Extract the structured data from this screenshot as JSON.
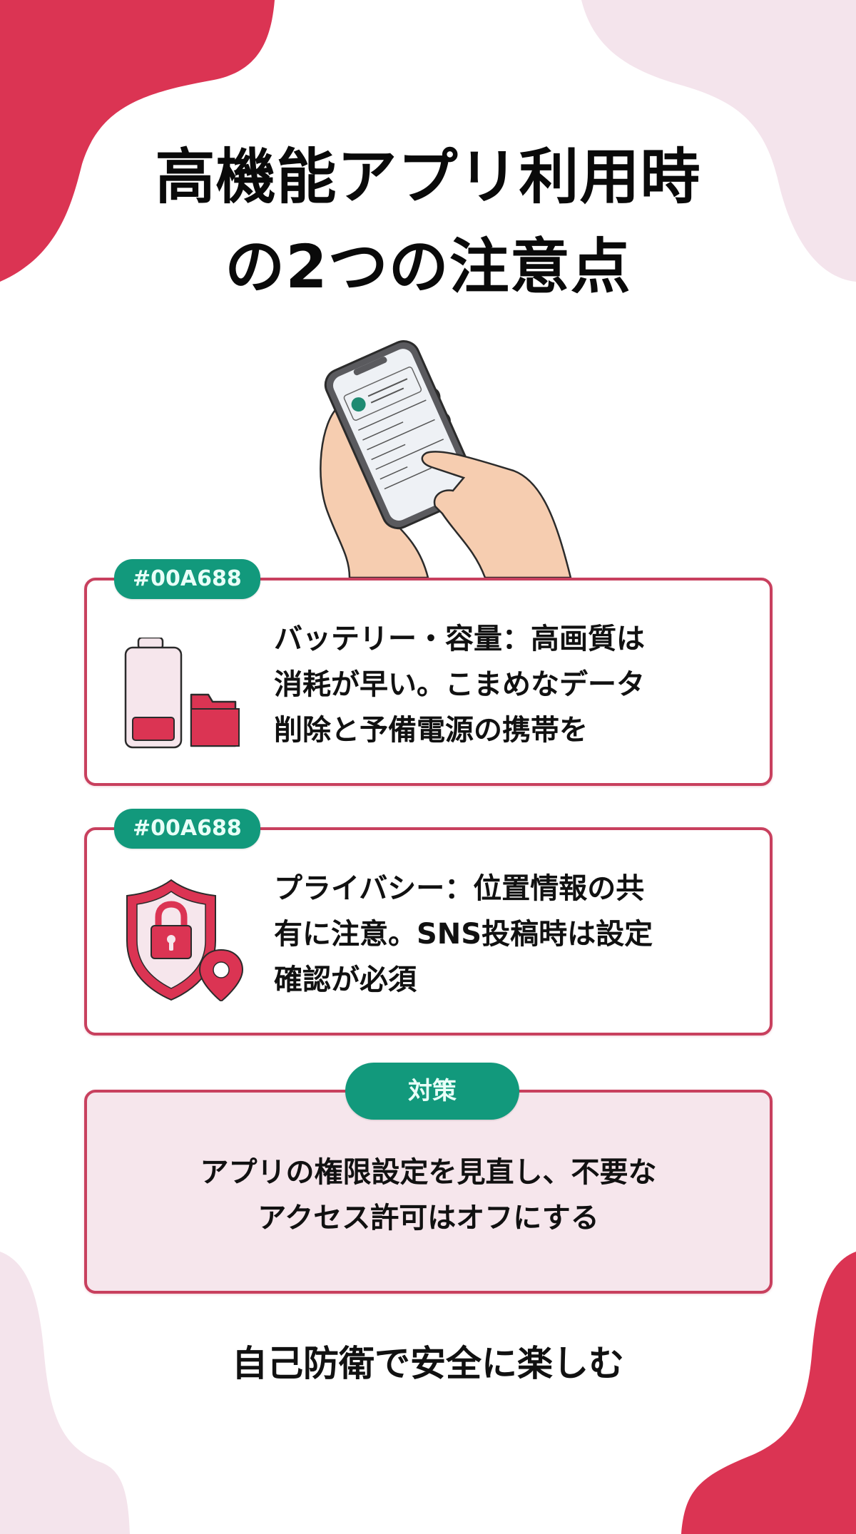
{
  "title": {
    "line1": "高機能アプリ利用時",
    "line2": "の2つの注意点"
  },
  "colors": {
    "accent_red": "#DB3453",
    "accent_pink": "#F4E4EC",
    "card_border": "#C8405E",
    "tag_green": "#12997C"
  },
  "hero": {
    "icon": "hands-holding-smartphone-illustration"
  },
  "cards": [
    {
      "tag": "#00A688",
      "icon": "battery-and-folder-icon",
      "text_lines": [
        "バッテリー・容量：高画質は",
        "消耗が早い。こまめなデータ",
        "削除と予備電源の携帯を"
      ]
    },
    {
      "tag": "#00A688",
      "icon": "shield-lock-location-icon",
      "text_lines": [
        "プライバシー：位置情報の共",
        "有に注意。SNS投稿時は設定",
        "確認が必須"
      ]
    }
  ],
  "measure": {
    "tag": "対策",
    "text_lines": [
      "アプリの権限設定を見直し、不要な",
      "アクセス許可はオフにする"
    ]
  },
  "footer": {
    "text": "自己防衛で安全に楽しむ"
  }
}
